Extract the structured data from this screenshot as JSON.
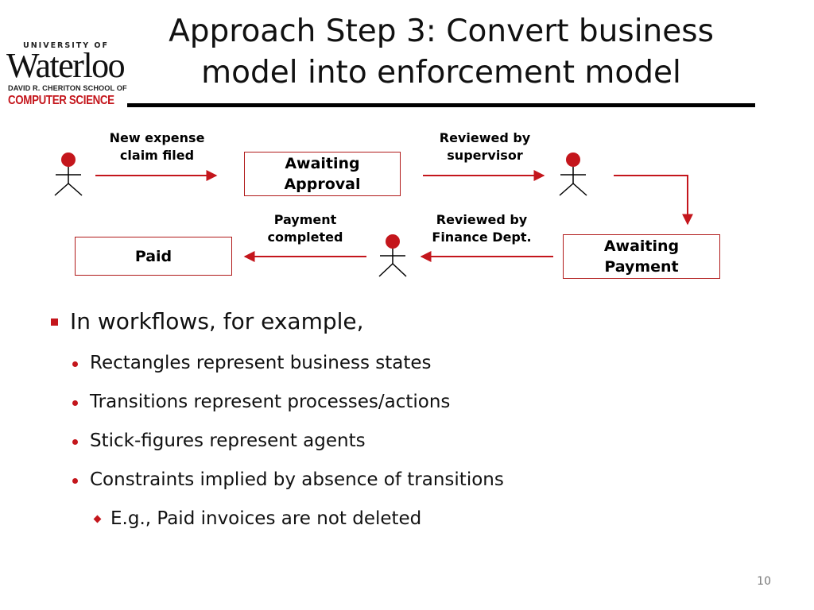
{
  "logo": {
    "university_of": "UNIVERSITY OF",
    "waterloo": "Waterloo",
    "school": "DAVID R. CHERITON SCHOOL OF",
    "computer_science": "COMPUTER SCIENCE"
  },
  "title": {
    "line1": "Approach Step 3: Convert business",
    "line2": "model into enforcement model"
  },
  "diagram": {
    "edges": {
      "new_claim": [
        "New expense",
        "claim filed"
      ],
      "reviewed_supervisor": [
        "Reviewed by",
        "supervisor"
      ],
      "reviewed_finance": [
        "Reviewed by",
        "Finance Dept."
      ],
      "payment_completed": [
        "Payment",
        "completed"
      ]
    },
    "states": {
      "awaiting_approval": [
        "Awaiting",
        "Approval"
      ],
      "awaiting_payment": [
        "Awaiting",
        "Payment"
      ],
      "paid": [
        "Paid"
      ]
    },
    "colors": {
      "accent": "#c4161c",
      "box_border": "#b01a1a"
    }
  },
  "bullets": {
    "level1": "In workflows, for example,",
    "level2": [
      "Rectangles represent business states",
      "Transitions represent processes/actions",
      "Stick-figures represent agents",
      "Constraints implied by absence of transitions"
    ],
    "level3": "E.g., Paid invoices are not deleted"
  },
  "page_number": "10"
}
